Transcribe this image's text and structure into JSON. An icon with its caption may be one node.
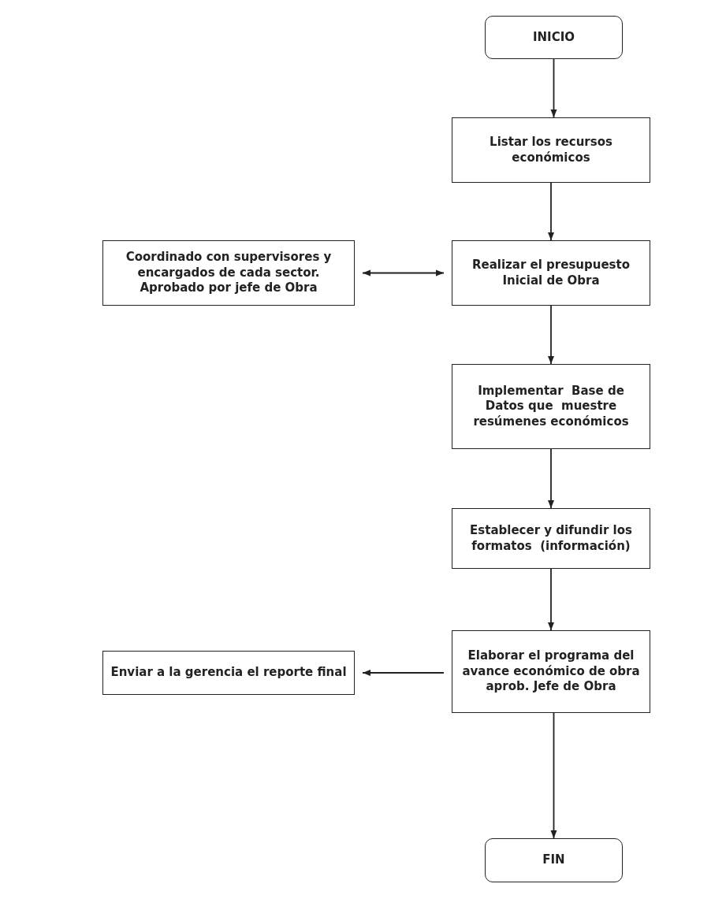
{
  "diagram": {
    "nodes": [
      {
        "text": [
          "INICIO"
        ]
      },
      {
        "text": [
          "Listar los recursos económicos"
        ]
      },
      {
        "text": [
          "Realizar el presupuesto Inicial de Obra"
        ]
      },
      {
        "text": [
          "Coordinado con supervisores y encargados de cada sector. Aprobado por jefe de Obra"
        ]
      },
      {
        "text": [
          "Implementar  Base de Datos que  muestre resúmenes económicos"
        ]
      },
      {
        "text": [
          "Establecer y difundir los formatos  (información)"
        ]
      },
      {
        "text": [
          "Elaborar el programa del avance económico de obra aprob. Jefe de Obra"
        ]
      },
      {
        "text": [
          "Enviar a la gerencia el reporte final"
        ]
      },
      {
        "text": [
          "FIN"
        ]
      }
    ],
    "edges": [
      {
        "from": 0,
        "to": 1,
        "arrow": "to"
      },
      {
        "from": 1,
        "to": 2,
        "arrow": "to"
      },
      {
        "from": 3,
        "to": 2,
        "arrow": "both"
      },
      {
        "from": 2,
        "to": 4,
        "arrow": "to"
      },
      {
        "from": 4,
        "to": 5,
        "arrow": "to"
      },
      {
        "from": 5,
        "to": 6,
        "arrow": "to"
      },
      {
        "from": 6,
        "to": 7,
        "arrow": "to"
      },
      {
        "from": 6,
        "to": 8,
        "arrow": "to"
      }
    ]
  }
}
